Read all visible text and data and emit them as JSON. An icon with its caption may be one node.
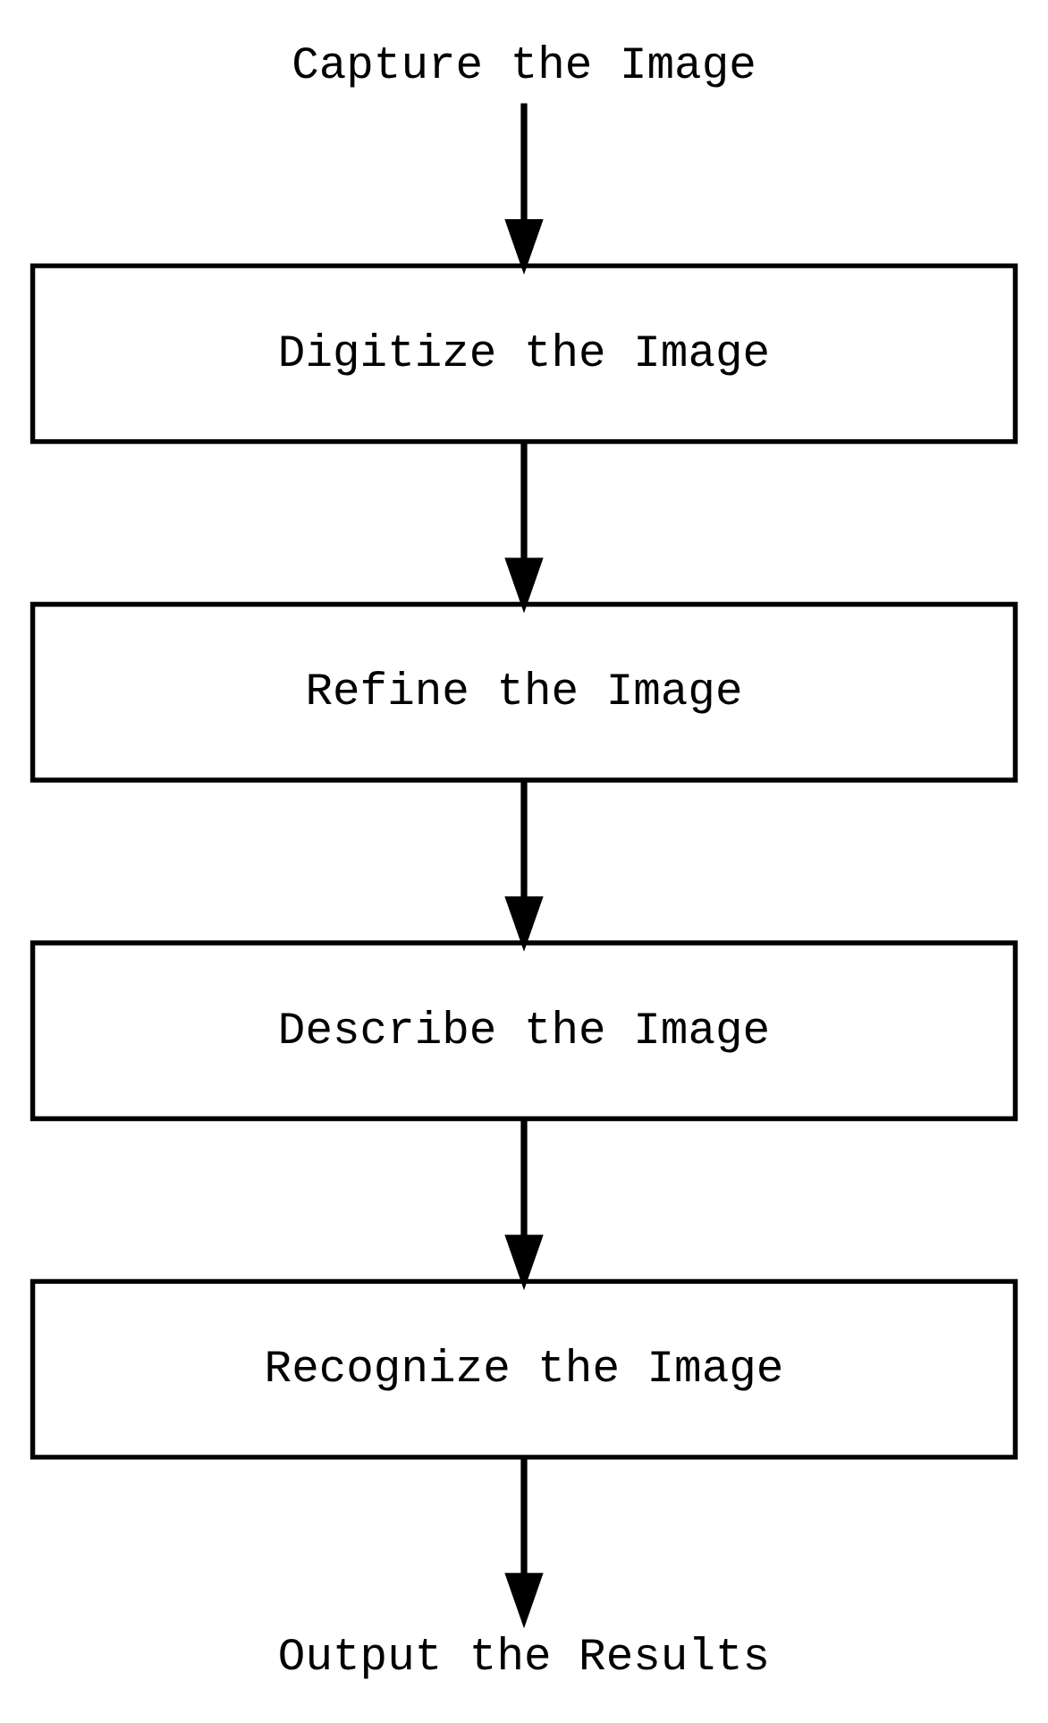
{
  "diagram": {
    "nodes": [
      {
        "text": [
          "Capture the Image"
        ]
      },
      {
        "text": [
          "Digitize the Image"
        ]
      },
      {
        "text": [
          "Refine the Image"
        ]
      },
      {
        "text": [
          "Describe the Image"
        ]
      },
      {
        "text": [
          "Recognize the Image"
        ]
      },
      {
        "text": [
          "Output the Results"
        ]
      }
    ],
    "edges": [
      {
        "from": 0,
        "to": 1,
        "arrow": "to"
      },
      {
        "from": 1,
        "to": 2,
        "arrow": "to"
      },
      {
        "from": 2,
        "to": 3,
        "arrow": "to"
      },
      {
        "from": 3,
        "to": 4,
        "arrow": "to"
      },
      {
        "from": 4,
        "to": 5,
        "arrow": "to"
      }
    ]
  }
}
